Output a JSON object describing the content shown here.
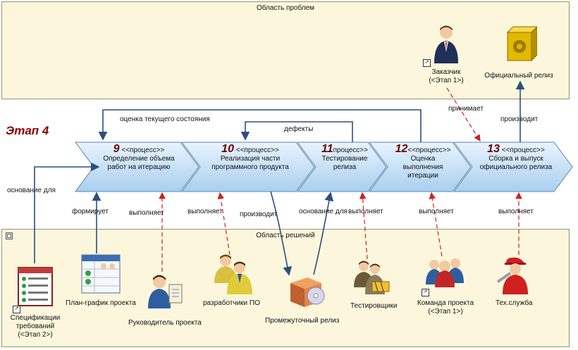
{
  "stage_label": "Этап 4",
  "regions": {
    "problems": "Область проблем",
    "solutions": "Область решений"
  },
  "processes": [
    {
      "num": "9",
      "stereo": "<<процесс>>",
      "name1": "Определение объема",
      "name2": "работ на итерацию"
    },
    {
      "num": "10",
      "stereo": "<<процесс>>",
      "name1": "Реализация части",
      "name2": "программного продукта"
    },
    {
      "num": "11",
      "stereo": "процесс>>",
      "name1": "Тестирование",
      "name2": "релиза"
    },
    {
      "num": "12",
      "stereo": "<<процесс>>",
      "name1": "Оценка",
      "name2": "выполнения",
      "name3": "итерации"
    },
    {
      "num": "13",
      "stereo": "<<процесс>>",
      "name1": "Сборка и выпуск",
      "name2": "официального  релиза"
    }
  ],
  "actors": {
    "customer": {
      "line1": "Заказчик",
      "line2": "(<Этап 1>)"
    },
    "official_release": "Официальный релиз",
    "spec": {
      "line1": "Спецификации",
      "line2": "требований",
      "line3": "(<Этап 2>)"
    },
    "plan": "План-график проекта",
    "manager": "Руководитель проекта",
    "developers": "разработчики ПО",
    "intermediate_release": "Промежуточный релиз",
    "testers": "Тестировщики",
    "team": {
      "line1": "Команда проекта",
      "line2": "(<Этап 1>)"
    },
    "tech": "Тех.служба"
  },
  "edges": {
    "assessment": "оценка текущего состояния",
    "defects": "дефекты",
    "accepts": "принимает",
    "produces_top": "производит",
    "basis_for_left": "основание для",
    "forms": "формирует",
    "performs1": "выполняет",
    "performs2": "выполняет",
    "produces_mid": "производит",
    "basis_for_mid": "основание для",
    "performs3": "выполняет",
    "performs4": "выполняет",
    "performs5": "выполняет"
  },
  "colors": {
    "region_fill": "#fcf7dc",
    "process_fill": "#cfe6fb",
    "flow_line": "#2b4f7e",
    "performs_line": "#cc2222",
    "stage_text": "#8b0000"
  }
}
